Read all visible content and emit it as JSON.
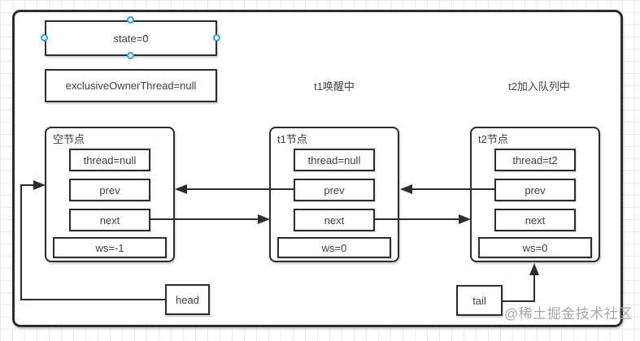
{
  "sync": {
    "state_label": "state=0",
    "owner_label": "exclusiveOwnerThread=null"
  },
  "status_texts": {
    "t1": "t1唤醒中",
    "t2": "t2加入队列中"
  },
  "nodes": [
    {
      "title": "空节点",
      "thread": "thread=null",
      "prev": "prev",
      "next": "next",
      "ws": "ws=-1"
    },
    {
      "title": "t1节点",
      "thread": "thread=null",
      "prev": "prev",
      "next": "next",
      "ws": "ws=0"
    },
    {
      "title": "t2节点",
      "thread": "thread=t2",
      "prev": "prev",
      "next": "next",
      "ws": "ws=0"
    }
  ],
  "pointers": {
    "head_label": "head",
    "tail_label": "tail"
  },
  "watermark": "@稀土掘金技术社区",
  "colors": {
    "stroke": "#2d2d2d",
    "text": "#404040",
    "selection_handle": "#2f9fdc",
    "grid": "#ececec",
    "watermark": "#a8a8a8"
  }
}
